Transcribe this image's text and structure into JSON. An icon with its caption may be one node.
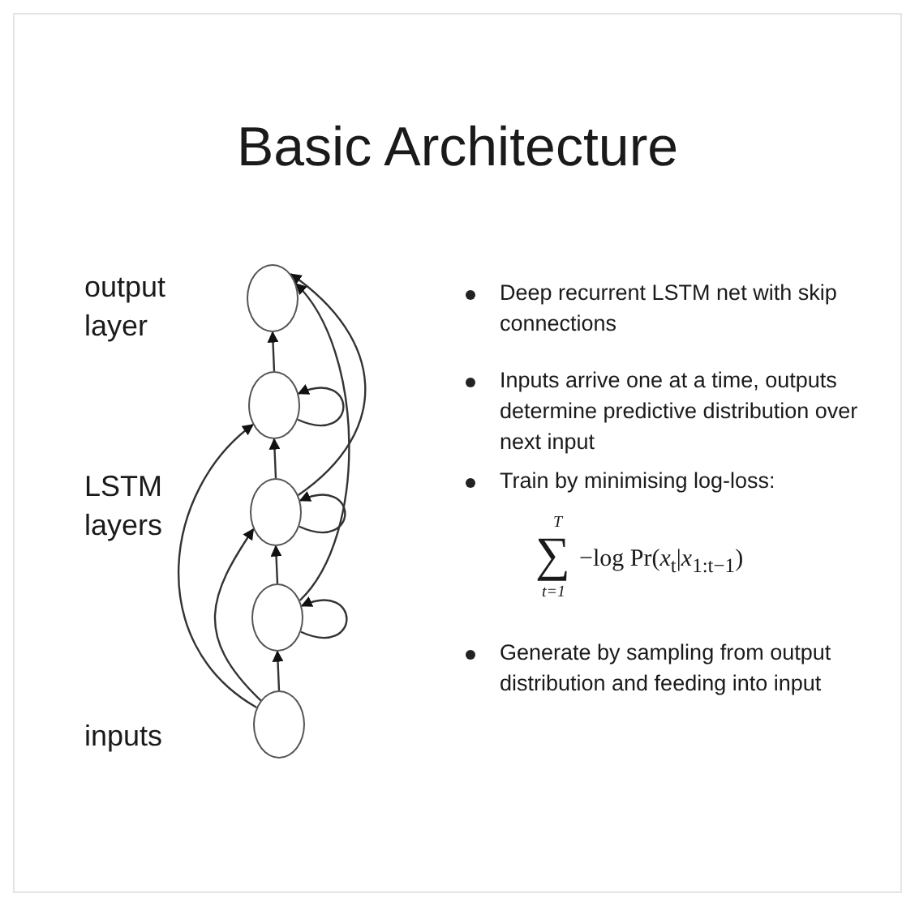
{
  "diagram": {
    "title": "Basic Architecture",
    "nodes": [
      {
        "text": [],
        "shape": "circle"
      },
      {
        "text": [],
        "shape": "circle"
      },
      {
        "text": [],
        "shape": "circle"
      },
      {
        "text": [],
        "shape": "circle"
      },
      {
        "text": [],
        "shape": "circle"
      }
    ],
    "edges": [
      {
        "from": 4,
        "to": 3,
        "arrow": "to"
      },
      {
        "from": 3,
        "to": 2,
        "arrow": "to"
      },
      {
        "from": 2,
        "to": 1,
        "arrow": "to"
      },
      {
        "from": 1,
        "to": 0,
        "arrow": "to"
      },
      {
        "from": 1,
        "to": 1,
        "arrow": "to"
      },
      {
        "from": 2,
        "to": 2,
        "arrow": "to"
      },
      {
        "from": 3,
        "to": 3,
        "arrow": "to"
      },
      {
        "from": 4,
        "to": 1,
        "arrow": "to"
      },
      {
        "from": 4,
        "to": 2,
        "arrow": "to"
      },
      {
        "from": 2,
        "to": 0,
        "arrow": "to"
      },
      {
        "from": 3,
        "to": 0,
        "arrow": "to"
      }
    ],
    "labels": [
      "output layer",
      "LSTM layers",
      "inputs",
      "Deep recurrent LSTM net with skip connections",
      "Inputs arrive one at a time, outputs determine predictive distribution over next input",
      "Train by minimising log-loss:",
      "T",
      "∑",
      "−log Pr(*x*$_{t}$|*x*$_{1:t−1}$)",
      "t=1",
      "Generate by sampling from output distribution and feeding into input"
    ]
  }
}
